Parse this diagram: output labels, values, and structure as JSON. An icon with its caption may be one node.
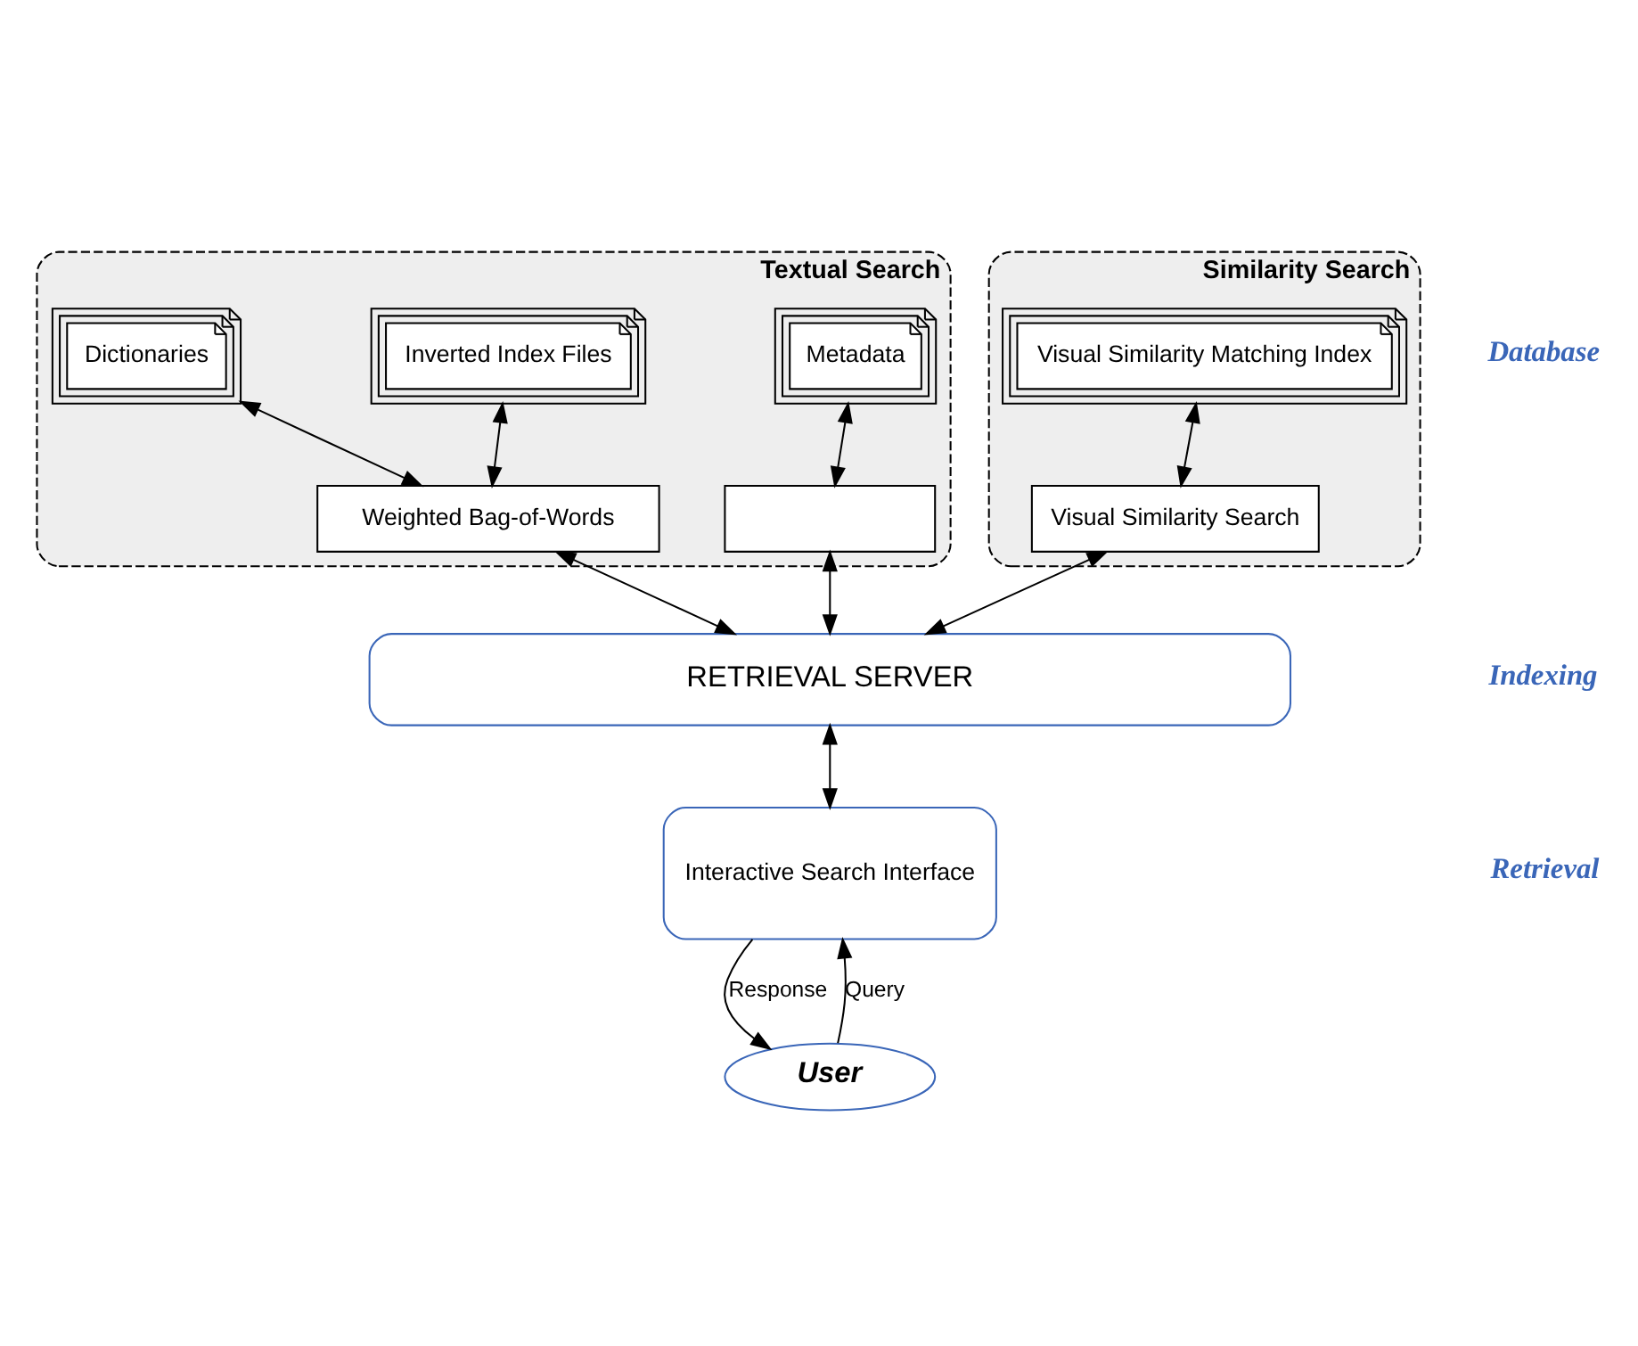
{
  "diagram": {
    "nodes": [
      {
        "text": [
          "Textual Search"
        ]
      },
      {
        "text": [
          "Dictionaries"
        ],
        "in": 0
      },
      {
        "text": [
          "Inverted Index Files"
        ],
        "in": 0
      },
      {
        "text": [
          "Metadata"
        ],
        "in": 0
      },
      {
        "text": [
          "Weighted Bag-of-Words"
        ],
        "in": 0
      },
      {
        "text": [],
        "shape": "box",
        "in": 0
      },
      {
        "text": [
          "Similarity Search"
        ]
      },
      {
        "text": [
          "Visual Similarity Matching Index"
        ],
        "in": 6
      },
      {
        "text": [
          "Visual Similarity Search"
        ],
        "in": 6
      },
      {
        "text": [
          "RETRIEVAL SERVER"
        ]
      },
      {
        "text": [
          "Interactive Search Interface"
        ]
      },
      {
        "text": [
          "User"
        ]
      }
    ],
    "edges": [
      {
        "from": 1,
        "to": 4,
        "arrow": "both"
      },
      {
        "from": 2,
        "to": 4,
        "arrow": "both"
      },
      {
        "from": 3,
        "to": 5,
        "arrow": "both"
      },
      {
        "from": 7,
        "to": 8,
        "arrow": "both"
      },
      {
        "from": 4,
        "to": 9,
        "arrow": "both"
      },
      {
        "from": 5,
        "to": 9,
        "arrow": "both"
      },
      {
        "from": 8,
        "to": 9,
        "arrow": "both"
      },
      {
        "from": 9,
        "to": 10,
        "arrow": "both"
      },
      {
        "from": 11,
        "to": 10,
        "arrow": "to",
        "label": "Query"
      },
      {
        "from": 10,
        "to": 11,
        "arrow": "to",
        "label": "Response"
      }
    ],
    "labels": [
      "Database",
      "Indexing",
      "Retrieval"
    ]
  }
}
